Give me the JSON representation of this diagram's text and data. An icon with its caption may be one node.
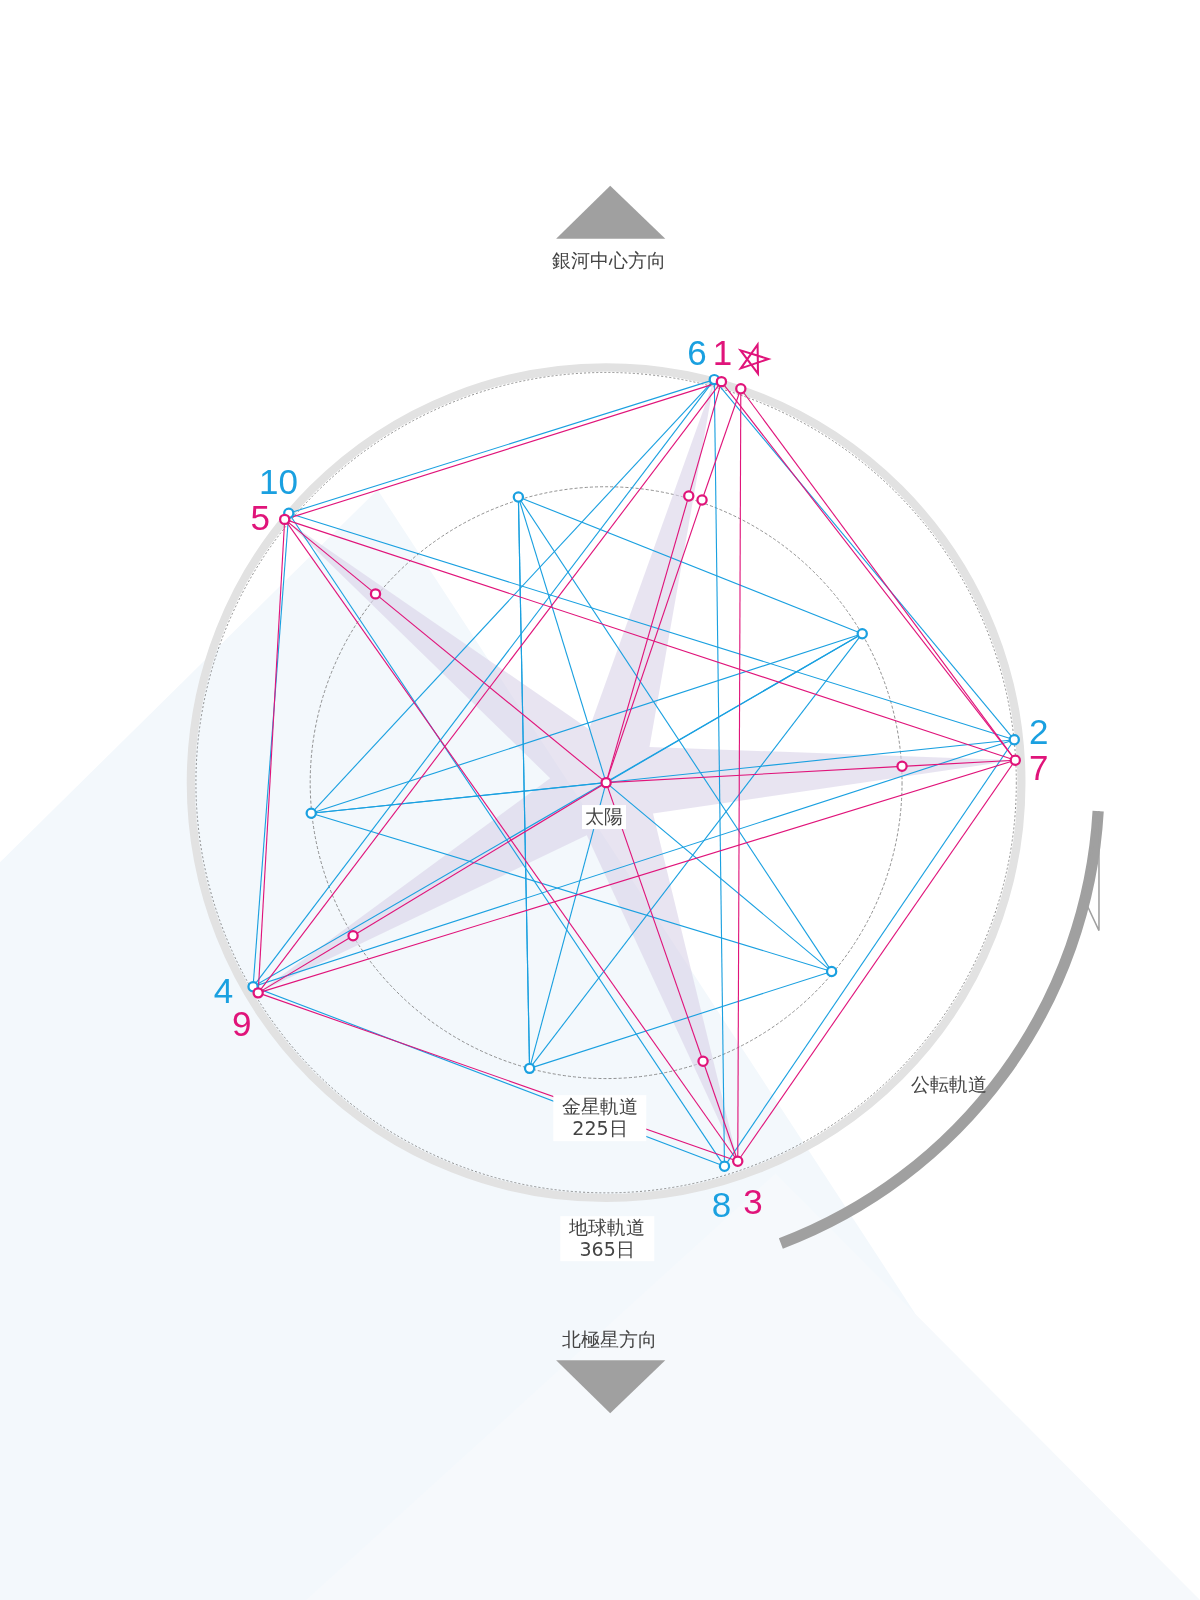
{
  "diagram": {
    "labels": [
      "銀河中心方向",
      "6",
      "1",
      "10",
      "5",
      "2",
      "7",
      "太陽",
      "4",
      "9",
      "金星軌道 225日",
      "8",
      "3",
      "公転軌道",
      "地球軌道 365日",
      "北極星方向"
    ]
  }
}
